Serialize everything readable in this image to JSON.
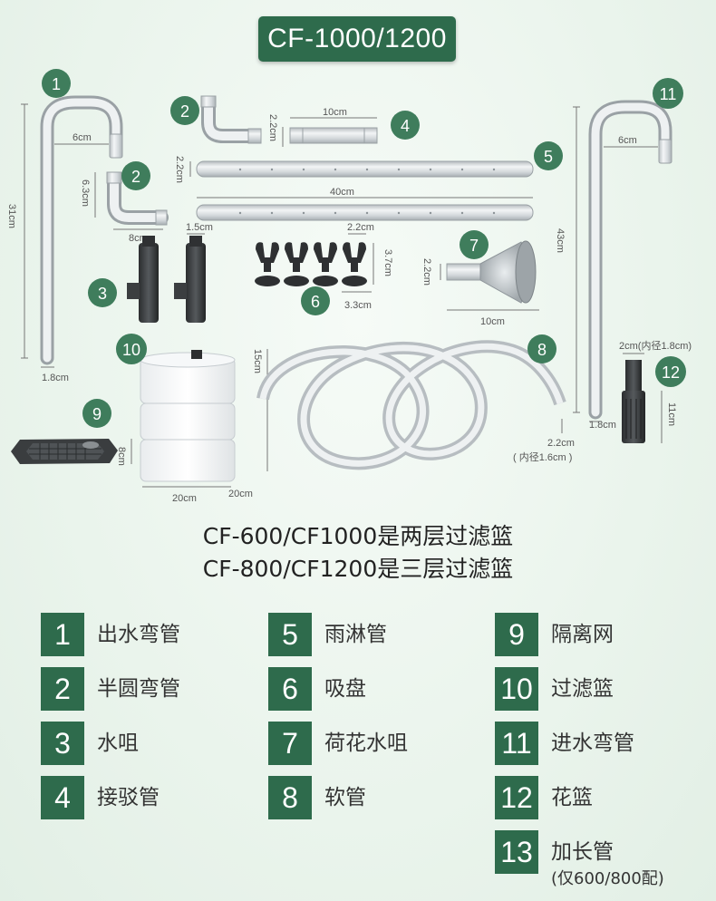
{
  "title": "CF-1000/1200",
  "dimensions": {
    "p1_height": "31cm",
    "p1_width": "6cm",
    "p1_diameter": "1.8cm",
    "p2_height": "6.3cm",
    "p2_width": "8cm",
    "p2b_height": "2.2cm",
    "p4_length": "10cm",
    "p5_diameter": "2.2cm",
    "p5_length": "40cm",
    "p3_width": "1.5cm",
    "p6_width_top": "2.2cm",
    "p6_height": "3.7cm",
    "p6_width_bottom": "3.3cm",
    "p7_diameter": "2.2cm",
    "p7_length": "10cm",
    "p10_height": "15cm",
    "p10_width": "20cm",
    "p10_depth": "20cm",
    "p9_height": "8cm",
    "p8_diameter": "2.2cm",
    "p8_inner": "( 内径1.6cm )",
    "p11_width": "6cm",
    "p11_height": "43cm",
    "p11_diameter": "1.8cm",
    "p12_width": "2cm(内径1.8cm)",
    "p12_height": "11cm"
  },
  "callouts": [
    "1",
    "2",
    "3",
    "4",
    "5",
    "6",
    "7",
    "8",
    "9",
    "10",
    "11",
    "12"
  ],
  "notes": [
    "CF-600/CF1000是两层过滤篮",
    "CF-800/CF1200是三层过滤篮"
  ],
  "legend": [
    {
      "num": "1",
      "label": "出水弯管"
    },
    {
      "num": "2",
      "label": "半圆弯管"
    },
    {
      "num": "3",
      "label": "水咀"
    },
    {
      "num": "4",
      "label": "接驳管"
    },
    {
      "num": "5",
      "label": "雨淋管"
    },
    {
      "num": "6",
      "label": "吸盘"
    },
    {
      "num": "7",
      "label": "荷花水咀"
    },
    {
      "num": "8",
      "label": "软管"
    },
    {
      "num": "9",
      "label": "隔离网"
    },
    {
      "num": "10",
      "label": "过滤篮"
    },
    {
      "num": "11",
      "label": "进水弯管"
    },
    {
      "num": "12",
      "label": "花篮"
    },
    {
      "num": "13",
      "label": "加长管",
      "sub": "(仅600/800配)"
    }
  ],
  "colors": {
    "accent": "#2e6b4c",
    "badge": "#3f7d5c"
  }
}
